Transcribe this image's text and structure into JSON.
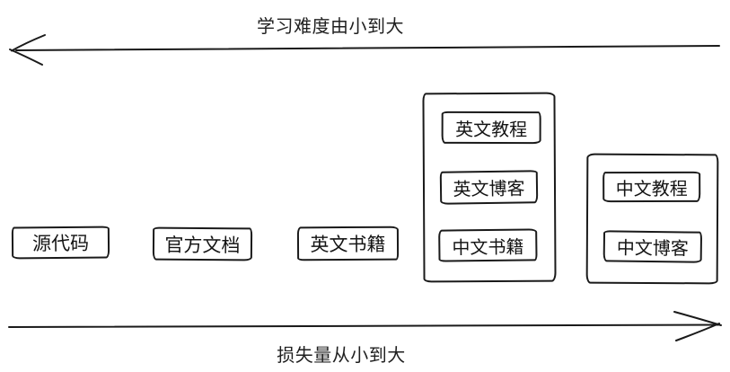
{
  "diagram": {
    "top_axis": {
      "label": "学习难度由小到大",
      "direction": "left"
    },
    "bottom_axis": {
      "label": "损失量从小到大",
      "direction": "right"
    },
    "standalone_boxes": [
      {
        "label": "源代码"
      },
      {
        "label": "官方文档"
      },
      {
        "label": "英文书籍"
      }
    ],
    "groups": [
      {
        "items": [
          {
            "label": "英文教程"
          },
          {
            "label": "英文博客"
          },
          {
            "label": "中文书籍"
          }
        ]
      },
      {
        "items": [
          {
            "label": "中文教程"
          },
          {
            "label": "中文博客"
          }
        ]
      }
    ],
    "colors": {
      "ink": "#1a1a1a",
      "background": "#ffffff"
    }
  }
}
